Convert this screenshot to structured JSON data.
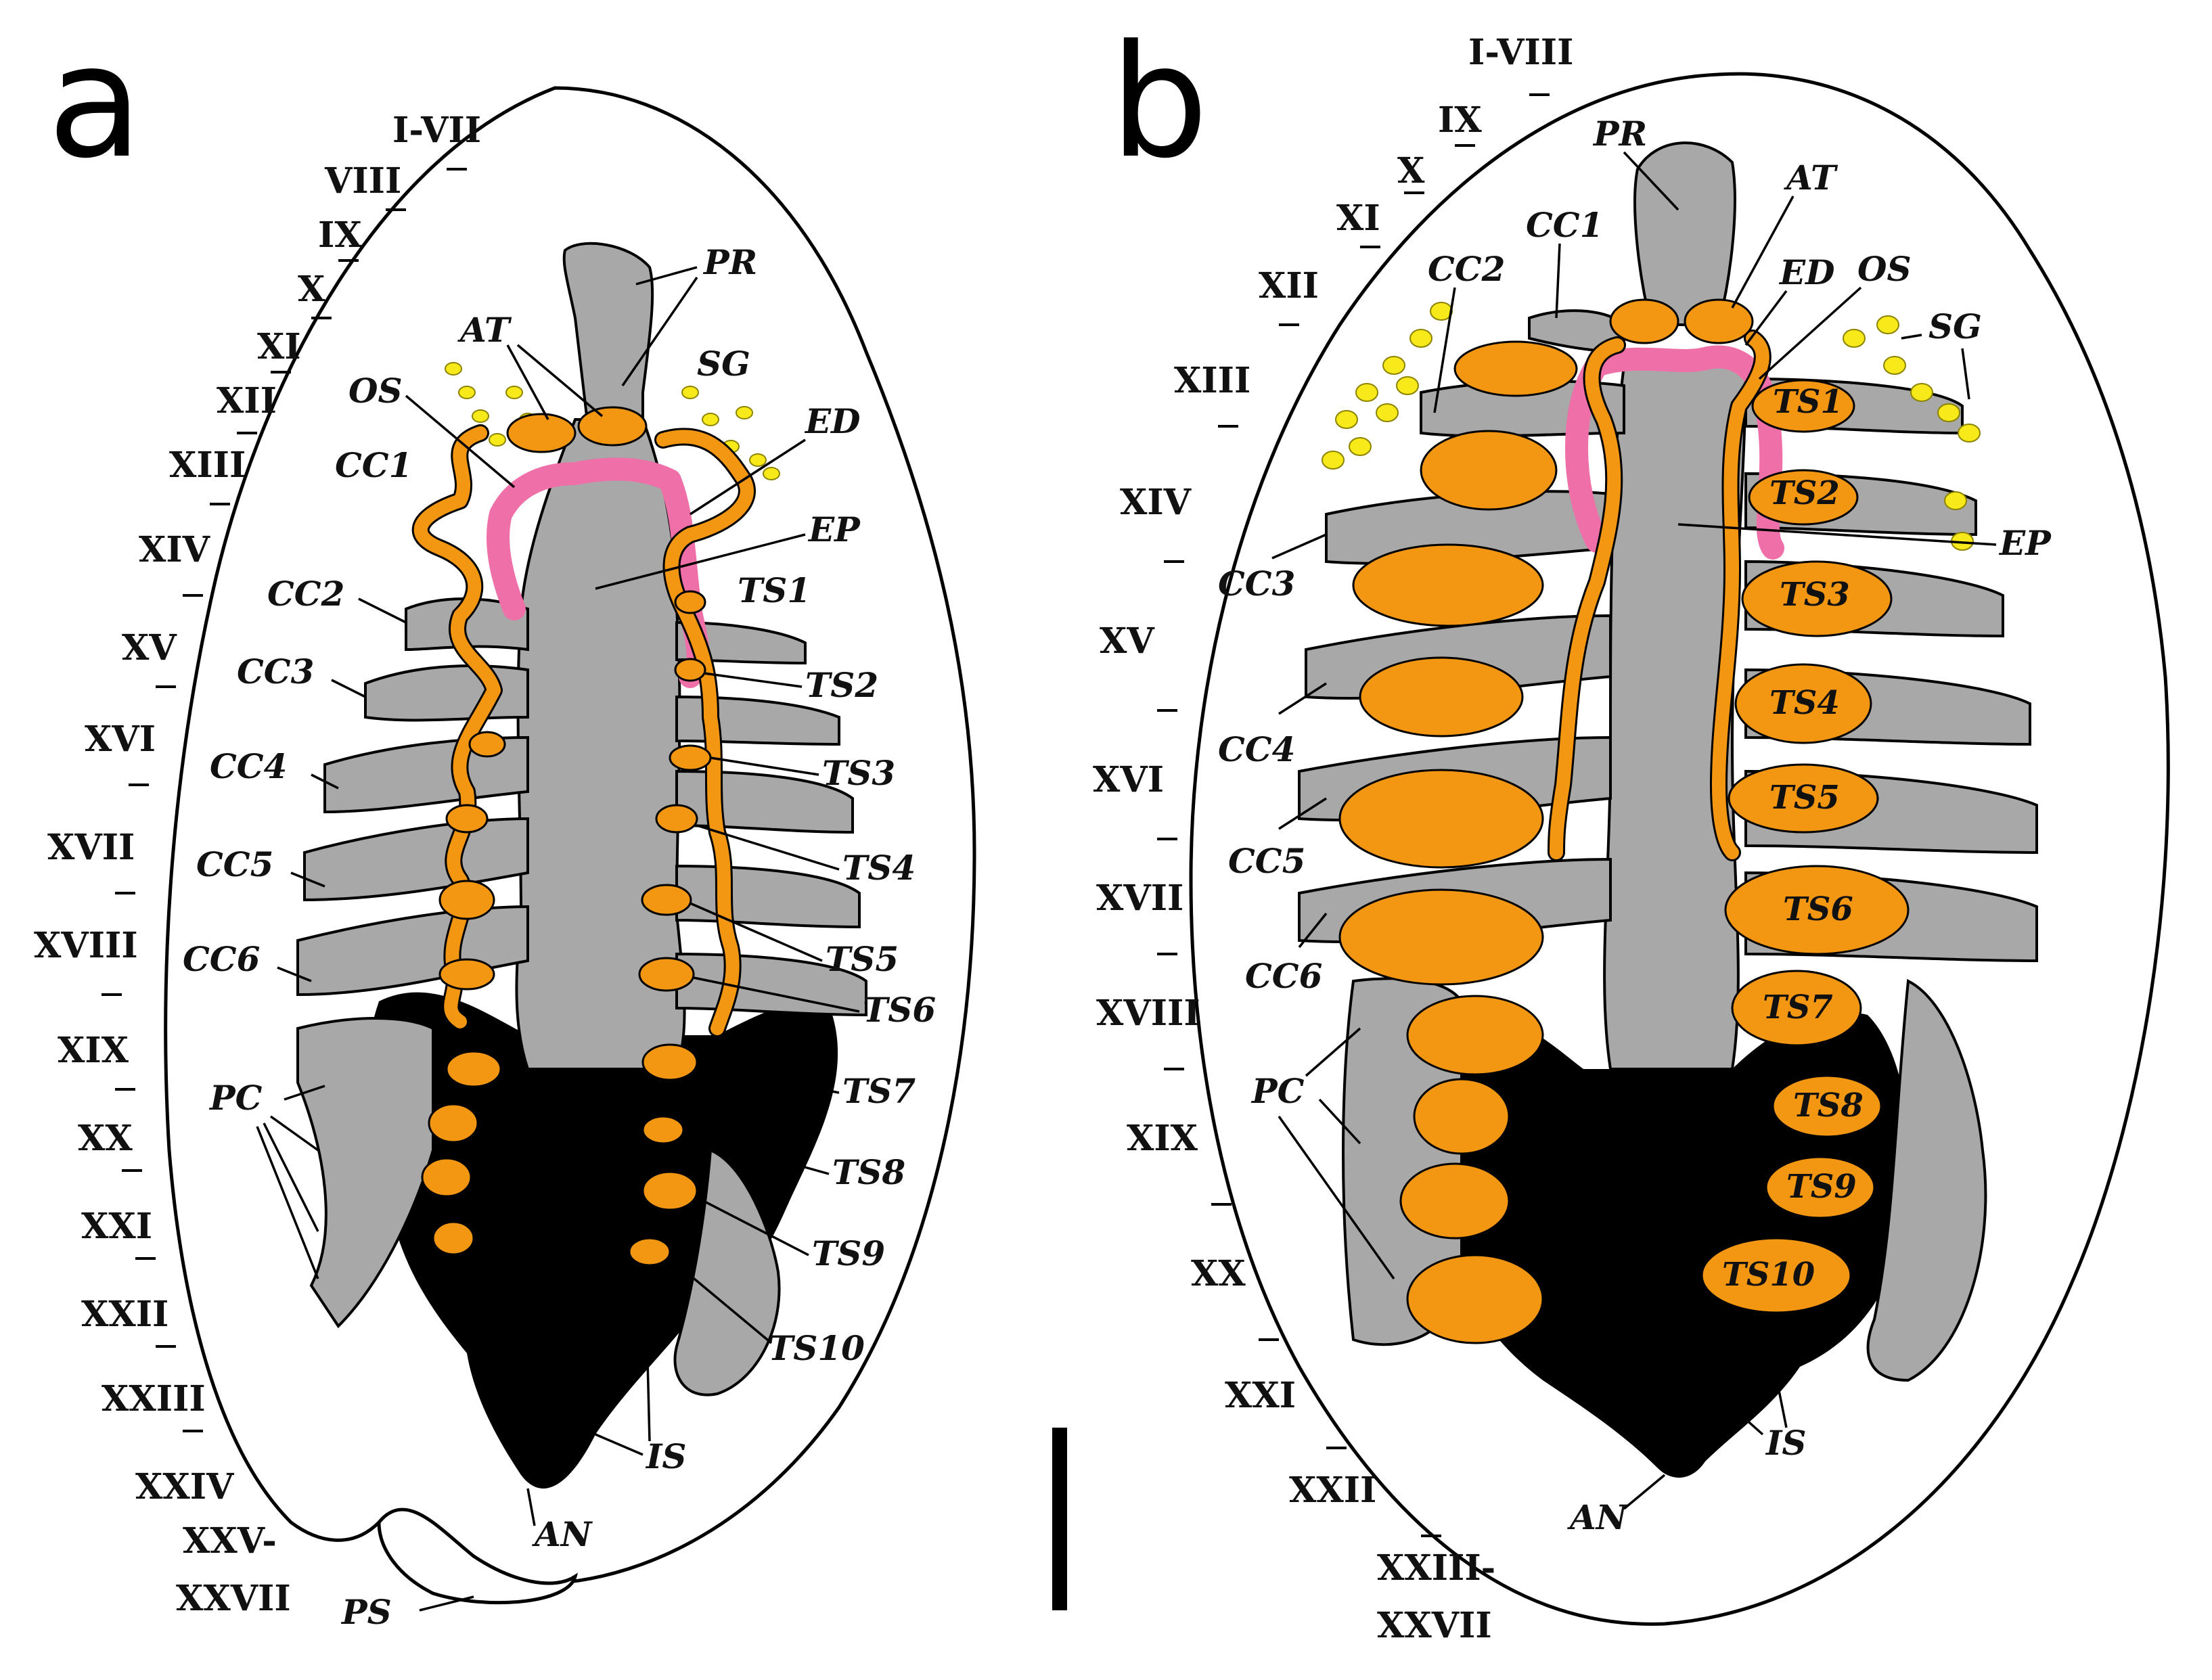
{
  "panels": {
    "a": {
      "letter": "a",
      "segments": [
        "I-VII",
        "VIII",
        "IX",
        "X",
        "XI",
        "XII",
        "XIII",
        "XIV",
        "XV",
        "XVI",
        "XVII",
        "XVIII",
        "XIX",
        "XX",
        "XXI",
        "XXII",
        "XXIII",
        "XXIV",
        "XXV-",
        "XXVII"
      ],
      "labels": {
        "PR": "PR",
        "AT": "AT",
        "SG": "SG",
        "OS": "OS",
        "ED": "ED",
        "EP": "EP",
        "CC1": "CC1",
        "CC2": "CC2",
        "CC3": "CC3",
        "CC4": "CC4",
        "CC5": "CC5",
        "CC6": "CC6",
        "PC": "PC",
        "IS": "IS",
        "AN": "AN",
        "PS": "PS",
        "TS1": "TS1",
        "TS2": "TS2",
        "TS3": "TS3",
        "TS4": "TS4",
        "TS5": "TS5",
        "TS6": "TS6",
        "TS7": "TS7",
        "TS8": "TS8",
        "TS9": "TS9",
        "TS10": "TS10"
      }
    },
    "b": {
      "letter": "b",
      "segments": [
        "I-VIII",
        "IX",
        "X",
        "XI",
        "XII",
        "XIII",
        "XIV",
        "XV",
        "XVI",
        "XVII",
        "XVIII",
        "XIX",
        "XX",
        "XXI",
        "XXII",
        "XXIII-",
        "XXVII"
      ],
      "labels": {
        "PR": "PR",
        "AT": "AT",
        "CC1": "CC1",
        "CC2": "CC2",
        "ED": "ED",
        "OS": "OS",
        "SG": "SG",
        "EP": "EP",
        "CC3": "CC3",
        "CC4": "CC4",
        "CC5": "CC5",
        "CC6": "CC6",
        "PC": "PC",
        "IS": "IS",
        "AN": "AN",
        "TS1": "TS1",
        "TS2": "TS2",
        "TS3": "TS3",
        "TS4": "TS4",
        "TS5": "TS5",
        "TS6": "TS6",
        "TS7": "TS7",
        "TS8": "TS8",
        "TS9": "TS9",
        "TS10": "TS10"
      }
    }
  },
  "colors": {
    "ganglia": "#f39612",
    "body_grey": "#a8a8a8",
    "pink_tract": "#ef6fa8",
    "salivary_yellow": "#f8ea1a",
    "dark": "#000000"
  }
}
